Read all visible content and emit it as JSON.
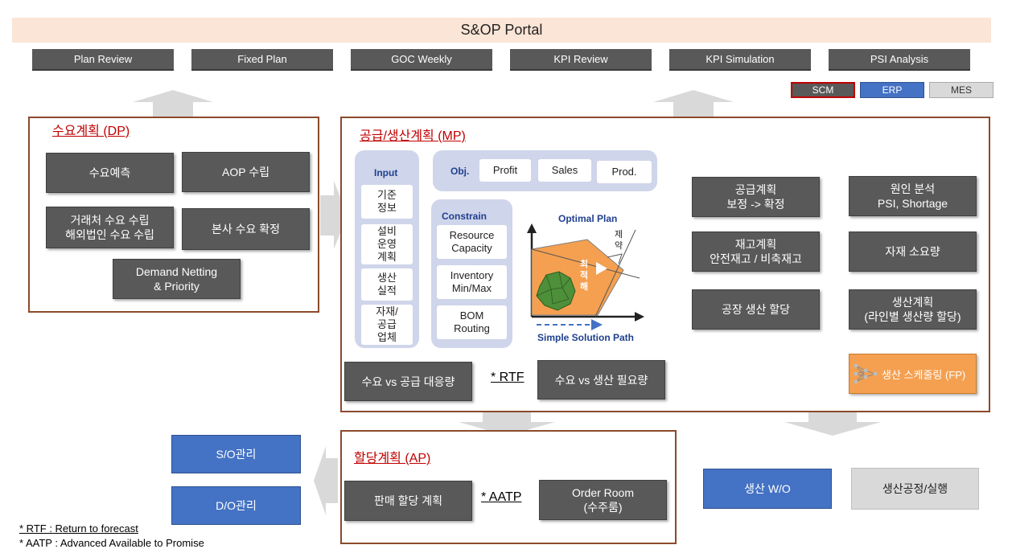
{
  "header": {
    "title": "S&OP Portal"
  },
  "nav": [
    "Plan Review",
    "Fixed Plan",
    "GOC  Weekly",
    "KPI Review",
    "KPI Simulation",
    "PSI Analysis"
  ],
  "systems": {
    "scm": "SCM",
    "erp": "ERP",
    "mes": "MES"
  },
  "dp": {
    "title": "수요계획 (DP)",
    "demand_forecast": "수요예측",
    "aop": "AOP 수립",
    "customer_demand": "거래처 수요 수립\n해외법인 수요 수립",
    "hq_confirm": "본사 수요 확정",
    "netting": "Demand Netting\n& Priority"
  },
  "mp": {
    "title": "공급/생산계획 (MP)",
    "input_label": "Input",
    "inputs": [
      "기준\n정보",
      "설비\n운영\n계획",
      "생산\n실적",
      "자재/\n공급\n업체"
    ],
    "obj_label": "Obj.",
    "objs": [
      "Profit",
      "Sales",
      "Prod."
    ],
    "constrain_label": "Constrain",
    "constraints": [
      "Resource\nCapacity",
      "Inventory\nMin/Max",
      "BOM\nRouting"
    ],
    "optimal_plan": "Optimal Plan",
    "constraint_char": "제\n약",
    "optimal_solution": "최\n적\n해",
    "simple_path": "Simple Solution Path",
    "supply_vs": "수요 vs 공급 대응량",
    "rtf": "* RTF",
    "prod_vs": "수요  vs 생산 필요량",
    "supply_plan": "공급계획\n보정 -> 확정",
    "root_cause": "원인 분석\nPSI, Shortage",
    "inventory_plan": "재고계획\n안전재고 / 비축재고",
    "material_req": "자재 소요량",
    "plant_alloc": "공장 생산 할당",
    "prod_plan": "생산계획\n(라인별 생산량 할당)",
    "scheduling": "생산 스케줄링 (FP)"
  },
  "ap": {
    "title": "할당계획 (AP)",
    "sales_alloc": "판매 할당 계획",
    "aatp": "* AATP",
    "order_room": "Order Room\n(수주룸)"
  },
  "so": "S/O관리",
  "do": "D/O관리",
  "wo": "생산 W/O",
  "exec": "생산공정/실행",
  "notes": {
    "rtf": "* RTF : Return to forecast",
    "aatp": "* AATP : Advanced Available to Promise"
  },
  "colors": {
    "header_bg": "#fbe5d6",
    "panel_border": "#8b4a2b",
    "title_red": "#c00000",
    "dark_box": "#595959",
    "blue": "#4472c4",
    "orange": "#f4a050",
    "lavender": "#cfd5ea",
    "scm_border": "#c00000"
  }
}
